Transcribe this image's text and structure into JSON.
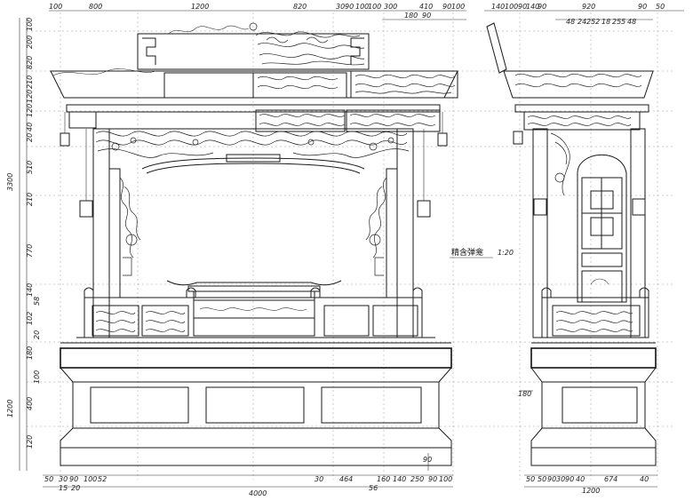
{
  "drawing": {
    "title": "精含弹龛",
    "scale": "1:20"
  },
  "dims_top_front": [
    "100",
    "800",
    "1200",
    "820",
    "30",
    "90",
    "100",
    "100",
    "300",
    "410",
    "90",
    "100",
    "180",
    "90"
  ],
  "dims_top_side": [
    "140",
    "100",
    "90",
    "140",
    "90",
    "920",
    "90",
    "50",
    "48",
    "24",
    "252",
    "18",
    "255",
    "48"
  ],
  "dims_left": [
    "100",
    "200",
    "820",
    "210",
    "120",
    "120",
    "40",
    "20",
    "510",
    "210",
    "770",
    "140",
    "58",
    "102",
    "20",
    "180",
    "100",
    "400",
    "120",
    "1200",
    "3300"
  ],
  "dims_bottom_front": [
    "50",
    "30",
    "90",
    "100",
    "52",
    "15",
    "20",
    "30",
    "464",
    "56",
    "160",
    "140",
    "250",
    "90",
    "100",
    "90"
  ],
  "dims_bottom_side": [
    "50",
    "50",
    "90",
    "30",
    "90",
    "40",
    "674",
    "40",
    "1200"
  ],
  "dim_total_width": "4000",
  "dim_side_mid": "180"
}
